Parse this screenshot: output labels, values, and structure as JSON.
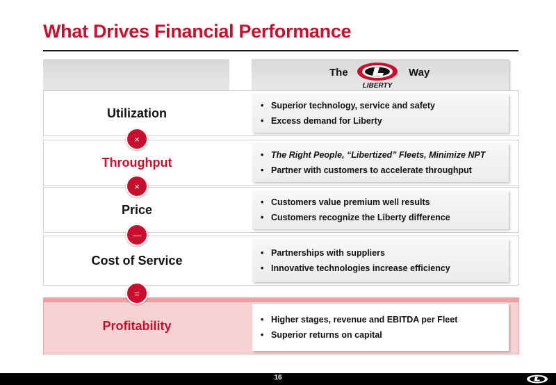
{
  "title": "What Drives Financial Performance",
  "header": {
    "the": "The",
    "way": "Way",
    "logo_text": "LIBERTY"
  },
  "rows": [
    {
      "label": "Utilization",
      "bullets": [
        "Superior technology, service and safety",
        "Excess demand for Liberty"
      ]
    },
    {
      "label": "Throughput",
      "bullets": [
        "The Right People, “Libertized” Fleets, Minimize NPT",
        "Partner with customers to accelerate throughput"
      ]
    },
    {
      "label": "Price",
      "bullets": [
        "Customers value premium well results",
        "Customers recognize the Liberty difference"
      ]
    },
    {
      "label": "Cost of Service",
      "bullets": [
        "Partnerships with suppliers",
        "Innovative technologies increase efficiency"
      ]
    },
    {
      "label": "Profitability",
      "bullets": [
        "Higher stages, revenue and EBITDA per Fleet",
        "Superior returns on capital"
      ]
    }
  ],
  "operators": [
    "×",
    "×",
    "—",
    "="
  ],
  "bullet_glyph": "•",
  "footer": {
    "page_number": "16"
  },
  "colors": {
    "accent": "#c8102e",
    "profit_fill": "#f4d2d2",
    "footer": "#000000"
  }
}
